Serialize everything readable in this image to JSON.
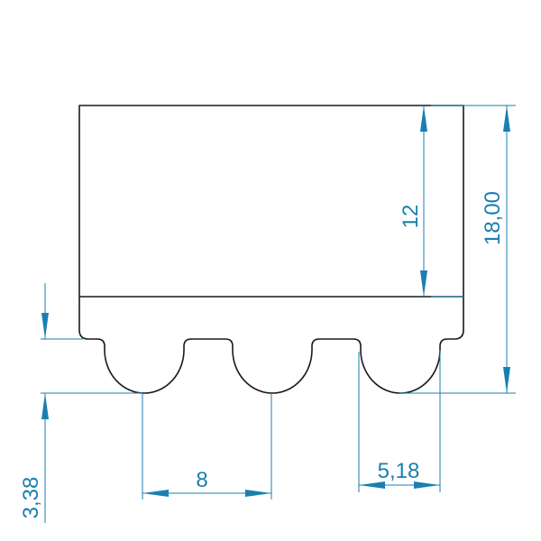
{
  "colors": {
    "outline": "#1a1a1a",
    "dimension": "#1a7fb0",
    "background": "#ffffff"
  },
  "dimensions": {
    "top_height": "12",
    "total_height": "18,00",
    "pitch": "8",
    "tooth_width": "5,18",
    "tooth_depth": "3,38"
  }
}
